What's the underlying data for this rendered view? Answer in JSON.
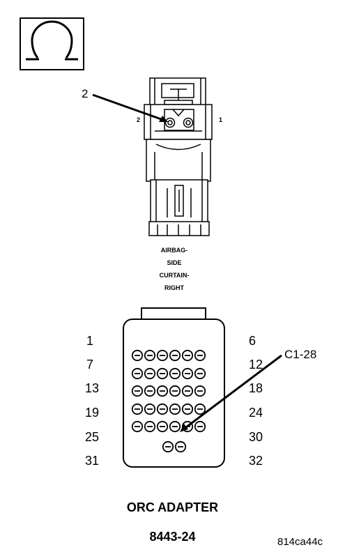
{
  "symbol": {
    "icon": "ohm-icon"
  },
  "airbag_connector": {
    "callout_label": "2",
    "pin_left": "2",
    "pin_right": "1",
    "name_lines": [
      "AIRBAG-",
      "SIDE",
      "CURTAIN-",
      "RIGHT"
    ]
  },
  "orc_adapter": {
    "left_labels": [
      "1",
      "7",
      "13",
      "19",
      "25",
      "31"
    ],
    "right_labels": [
      "6",
      "12",
      "18",
      "24",
      "30",
      "32"
    ],
    "callout_label": "C1-28",
    "title": "ORC ADAPTER",
    "part_number": "8443-24"
  },
  "figure_code": "814ca44c"
}
